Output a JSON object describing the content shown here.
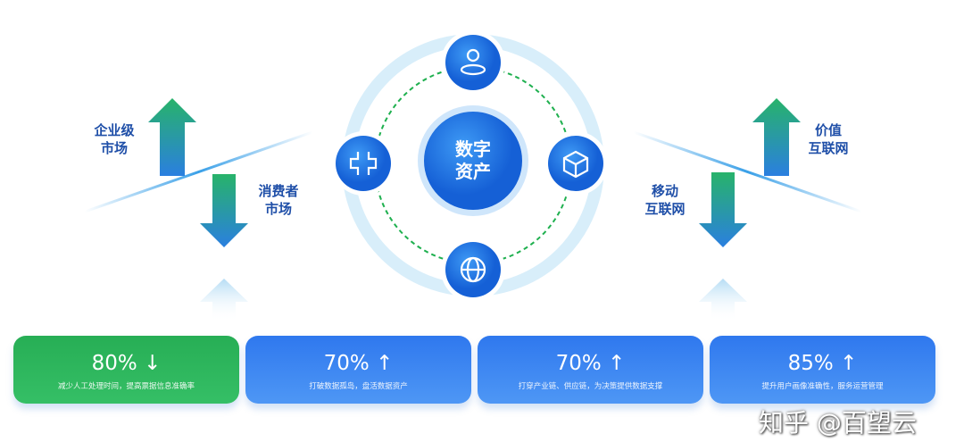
{
  "center": {
    "line1": "数字",
    "line2": "资产"
  },
  "nodes": [
    {
      "icon": "person-orbit-icon"
    },
    {
      "icon": "cross-link-icon"
    },
    {
      "icon": "box-icon"
    },
    {
      "icon": "globe-icon"
    }
  ],
  "left": {
    "up_label": [
      "企业级",
      "市场"
    ],
    "down_label": [
      "消费者",
      "市场"
    ]
  },
  "right": {
    "up_label": [
      "价值",
      "互联网"
    ],
    "down_label": [
      "移动",
      "互联网"
    ]
  },
  "cards": [
    {
      "value": "80% ↓",
      "desc": "减少人工处理时间，提高票据信息准确率",
      "color": "#2cb55a"
    },
    {
      "value": "70% ↑",
      "desc": "打破数据孤岛，盘活数据资产",
      "color": "#3d86f0"
    },
    {
      "value": "70% ↑",
      "desc": "打穿产业链、供应链，为决策提供数据支撑",
      "color": "#3d86f0"
    },
    {
      "value": "85% ↑",
      "desc": "提升用户画像准确性，服务运营管理",
      "color": "#3d86f0"
    }
  ],
  "watermark": "知乎 @百望云"
}
